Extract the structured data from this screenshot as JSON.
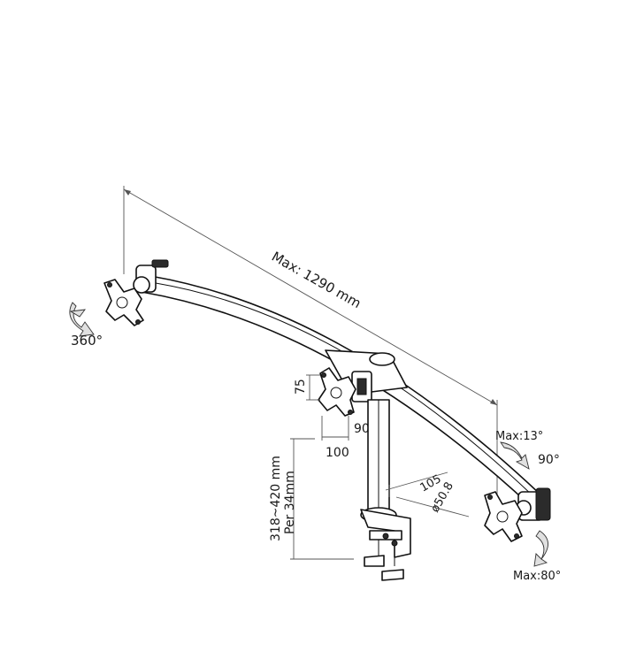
{
  "labels": {
    "max_length": "Max: 1290 mm",
    "rotation": "360°",
    "vesa_h": "75",
    "vesa_w": "100",
    "swivel_center": "90°",
    "height_range": "318~420 mm",
    "height_step": "Per 34mm",
    "pole_offset": "105",
    "pole_diameter": "ø50.8",
    "tilt_up": "Max:13°",
    "swivel_right": "90°",
    "tilt_down": "Max:80°"
  }
}
